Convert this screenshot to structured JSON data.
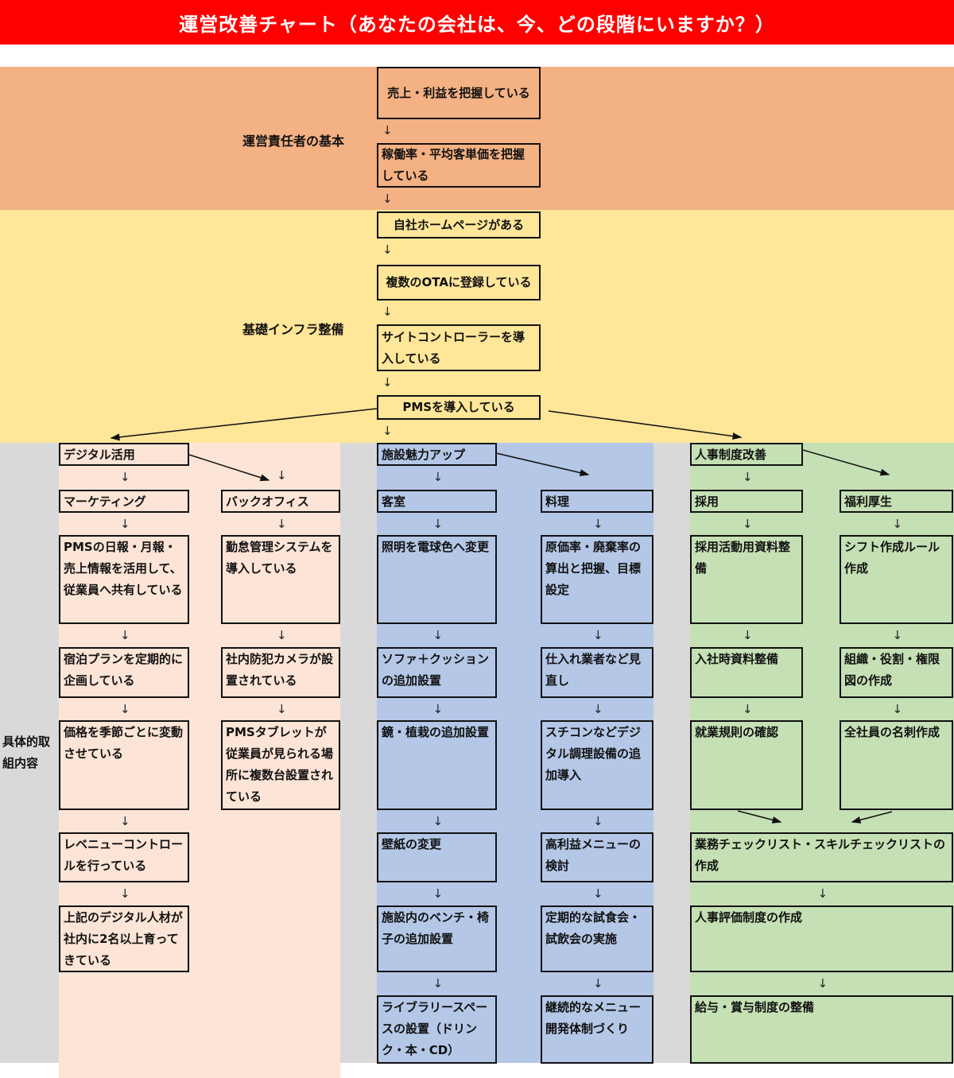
{
  "title": "運営改善チャート（あなたの会社は、今、どの段階にいますか？）",
  "colors": {
    "title_bg": "#ff0000",
    "stage1": "#f4b183",
    "stage2": "#ffe699",
    "base": "#d9d9d9",
    "digital": "#fce4d6",
    "facility": "#b4c7e7",
    "hr": "#c5e0b4"
  },
  "stages": {
    "basic_label": "運営責任者の基本",
    "infra_label": "基礎インフラ整備",
    "concrete_label": "具体的取組内容"
  },
  "top_steps": [
    "売上・利益を把握している",
    "稼働率・平均客単価を把握している",
    "自社ホームページがある",
    "複数のOTAに登録している",
    "サイトコントローラーを導入している",
    "PMSを導入している"
  ],
  "categories": {
    "digital": "デジタル活用",
    "facility": "施設魅力アップ",
    "hr": "人事制度改善"
  },
  "columns": {
    "A": {
      "header": "マーケティング",
      "items": [
        "PMSの日報・月報・売上情報を活用して、従業員へ共有している",
        "宿泊プランを定期的に企画している",
        "価格を季節ごとに変動させている",
        "レベニューコントロールを行っている",
        "上記のデジタル人材が社内に2名以上育ってきている"
      ]
    },
    "B": {
      "header": "バックオフィス",
      "items": [
        "勤怠管理システムを導入している",
        "社内防犯カメラが設置されている",
        "PMSタブレットが従業員が見られる場所に複数台設置されている"
      ]
    },
    "C": {
      "header": "客室",
      "items": [
        "照明を電球色へ変更",
        "ソファ＋クッションの追加設置",
        "鏡・植栽の追加設置",
        "壁紙の変更",
        "施設内のベンチ・椅子の追加設置",
        "ライブラリースペースの設置（ドリンク・本・CD）"
      ]
    },
    "D": {
      "header": "料理",
      "items": [
        "原価率・廃棄率の算出と把握、目標設定",
        "仕入れ業者など見直し",
        "スチコンなどデジタル調理設備の追加導入",
        "高利益メニューの検討",
        "定期的な試食会・試飲会の実施",
        "継続的なメニュー開発体制づくり"
      ]
    },
    "E": {
      "header": "採用",
      "items": [
        "採用活動用資料整備",
        "入社時資料整備",
        "就業規則の確認"
      ]
    },
    "F": {
      "header": "福利厚生",
      "items": [
        "シフト作成ルール作成",
        "組織・役割・権限図の作成",
        "全社員の名刺作成"
      ]
    },
    "EF": {
      "items": [
        "業務チェックリスト・スキルチェックリストの作成",
        "人事評価制度の作成",
        "給与・賞与制度の整備"
      ]
    }
  },
  "arrow_glyph": "↓"
}
